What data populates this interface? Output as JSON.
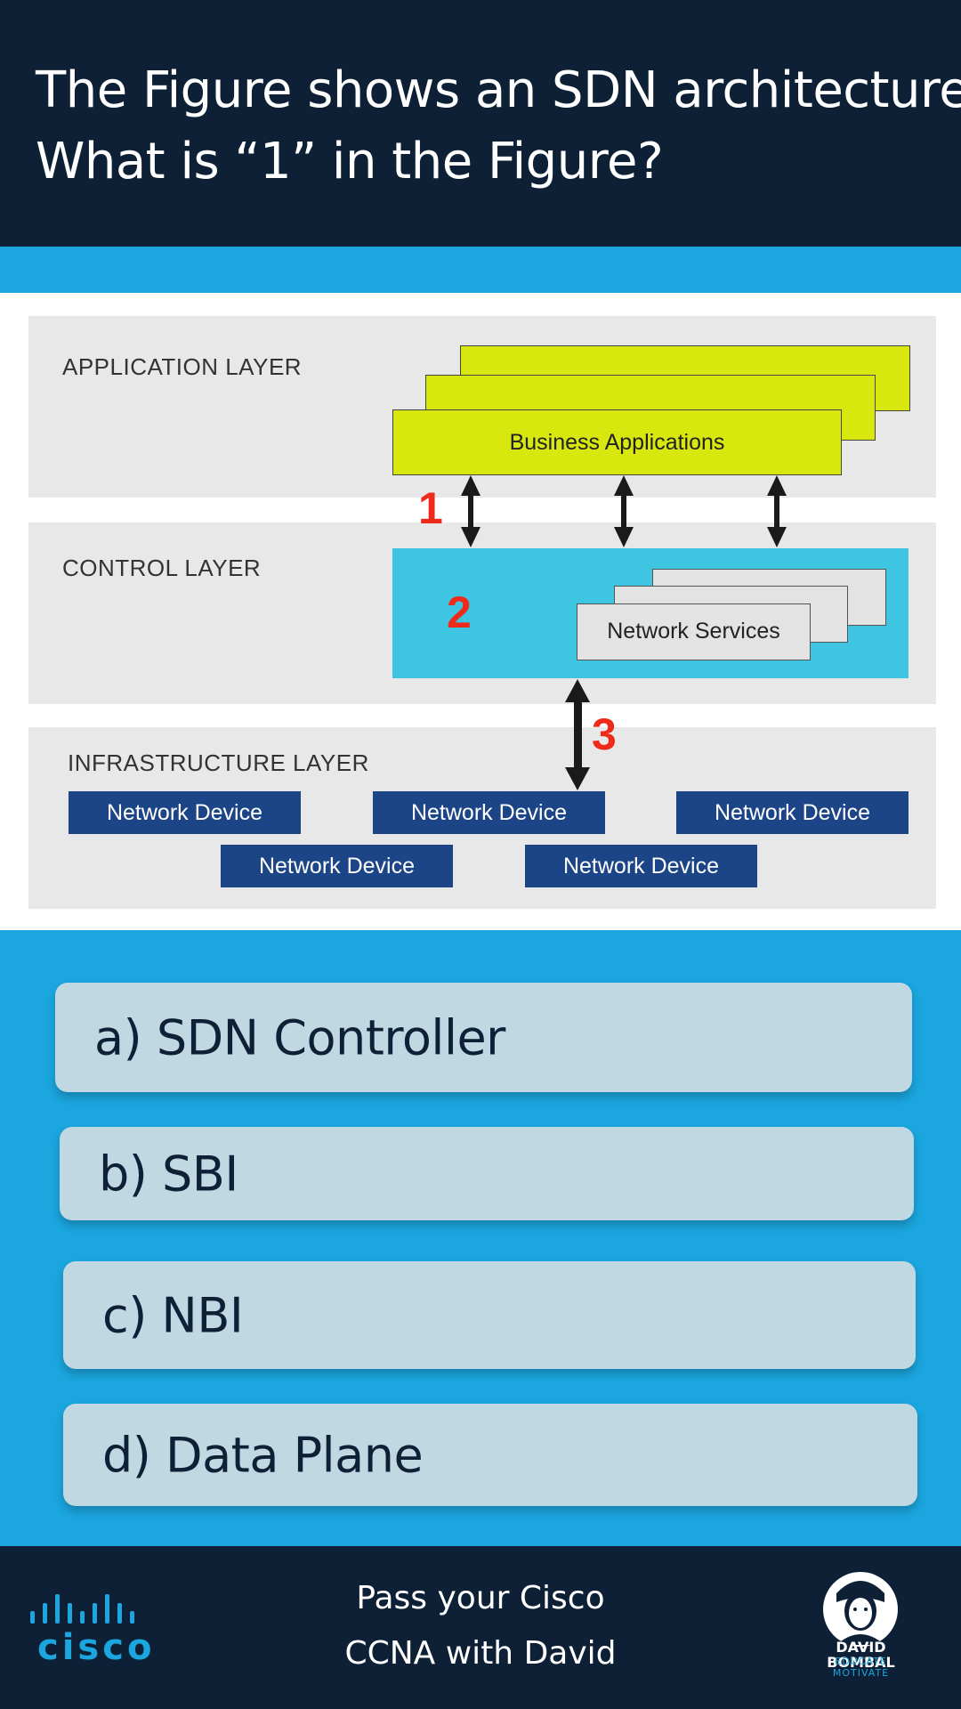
{
  "question": {
    "line1": "The Figure shows an SDN architecture.",
    "line2": "What is “1” in the Figure?"
  },
  "diagram": {
    "layers": {
      "application": "APPLICATION LAYER",
      "control": "CONTROL LAYER",
      "infrastructure": "INFRASTRUCTURE LAYER"
    },
    "app_label": "Business Applications",
    "services_label": "Network Services",
    "device_label": "Network Device",
    "markers": {
      "one": "1",
      "two": "2",
      "three": "3"
    },
    "colors": {
      "applications": "#d8e80e",
      "control": "#3ec5e2",
      "device": "#1c4588",
      "marker": "#ee2a1b"
    }
  },
  "answers": [
    {
      "label": "a) SDN Controller"
    },
    {
      "label": "b) SBI"
    },
    {
      "label": "c) NBI"
    },
    {
      "label": "d) Data Plane"
    }
  ],
  "footer": {
    "line1": "Pass your Cisco",
    "line2": "CCNA with David",
    "left_logo": "cisco",
    "right_logo": "DAVID BOMBAL",
    "right_logo_tagline": "EDUCATE MOTIVATE"
  },
  "colors": {
    "navy": "#0d2036",
    "blue": "#1ba6df",
    "answer_bg": "#c0d8e2"
  }
}
